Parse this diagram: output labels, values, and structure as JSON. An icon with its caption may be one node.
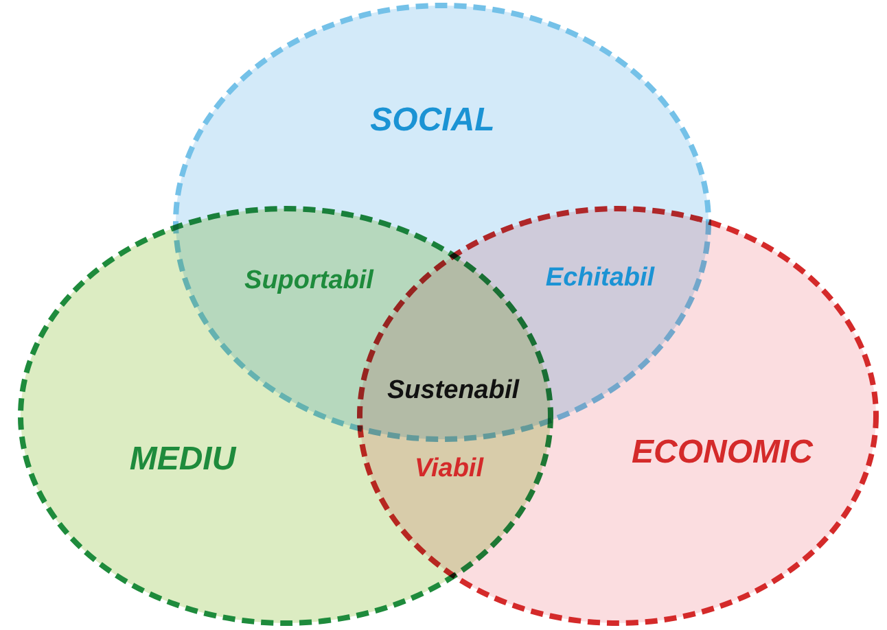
{
  "diagram": {
    "nodes": [
      {
        "text": [
          "SOCIAL"
        ]
      },
      {
        "text": [
          "MEDIU"
        ]
      },
      {
        "text": [
          "ECONOMIC"
        ]
      }
    ],
    "edges": [],
    "labels": [
      "Suportabil",
      "Echitabil",
      "Sustenabil",
      "Viabil"
    ]
  }
}
